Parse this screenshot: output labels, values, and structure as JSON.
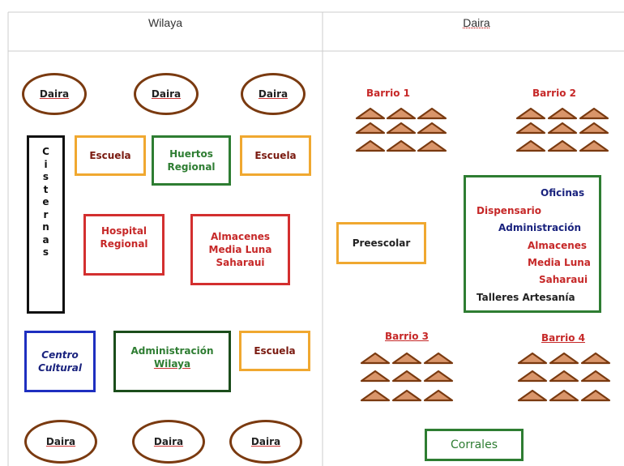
{
  "headers": {
    "left": "Wilaya",
    "right": "Daira"
  },
  "wilaya": {
    "daira_top": [
      "Daira",
      "Daira",
      "Daira"
    ],
    "daira_bottom": [
      "Daira",
      "Daira",
      "Daira"
    ],
    "cisternas": [
      "C",
      "i",
      "s",
      "t",
      "e",
      "r",
      "n",
      "a",
      "s"
    ],
    "escuela_1": "Escuela",
    "huertos": [
      "Huertos",
      "Regional"
    ],
    "escuela_2": "Escuela",
    "hospital": [
      "Hospital",
      "Regional"
    ],
    "almacenes": [
      "Almacenes",
      "Media Luna",
      "Saharaui"
    ],
    "centro": [
      "Centro",
      "Cultural"
    ],
    "administracion": [
      "Administración",
      "Wilaya"
    ],
    "escuela_3": "Escuela"
  },
  "daira": {
    "barrio_1": "Barrio 1",
    "barrio_2": "Barrio 2",
    "barrio_3": "Barrio 3",
    "barrio_4": "Barrio 4",
    "preescolar": "Preescolar",
    "oficinas": {
      "oficinas": "Oficinas",
      "dispensario": "Dispensario",
      "administracion": "Administración",
      "almacenes": "Almacenes",
      "media_luna": "Media Luna",
      "saharaui": "Saharaui",
      "talleres": "Talleres Artesanía"
    },
    "corrales": "Corrales"
  },
  "colors": {
    "oval_border": "#7a3a10",
    "tent_fill": "#d9956a",
    "tent_stroke": "#7a3a10",
    "grid_line": "#cccccc"
  }
}
